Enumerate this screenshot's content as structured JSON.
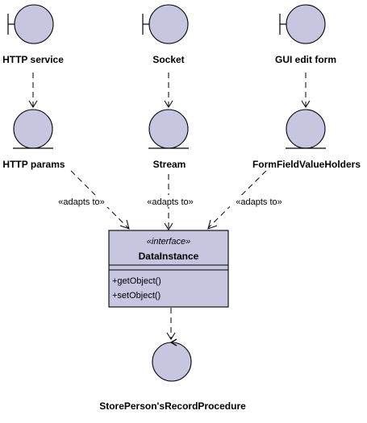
{
  "boundaries": [
    {
      "id": "http-service",
      "label": "HTTP service"
    },
    {
      "id": "socket",
      "label": "Socket"
    },
    {
      "id": "gui-edit-form",
      "label": "GUI edit form"
    }
  ],
  "entities": [
    {
      "id": "http-params",
      "label": "HTTP params"
    },
    {
      "id": "stream",
      "label": "Stream"
    },
    {
      "id": "form-field-value-holders",
      "label": "FormFieldValueHolders"
    }
  ],
  "dependency_labels": [
    "«adapts to»",
    "«adapts to»",
    "«adapts to»"
  ],
  "interface_class": {
    "stereotype": "«interface»",
    "name": "DataInstance",
    "operations": [
      "+getObject()",
      "+setObject()"
    ]
  },
  "control": {
    "label": "StorePerson'sRecordProcedure"
  },
  "colors": {
    "shape_fill": "#c6c6e0",
    "stroke": "#000000",
    "background": "#ffffff"
  }
}
